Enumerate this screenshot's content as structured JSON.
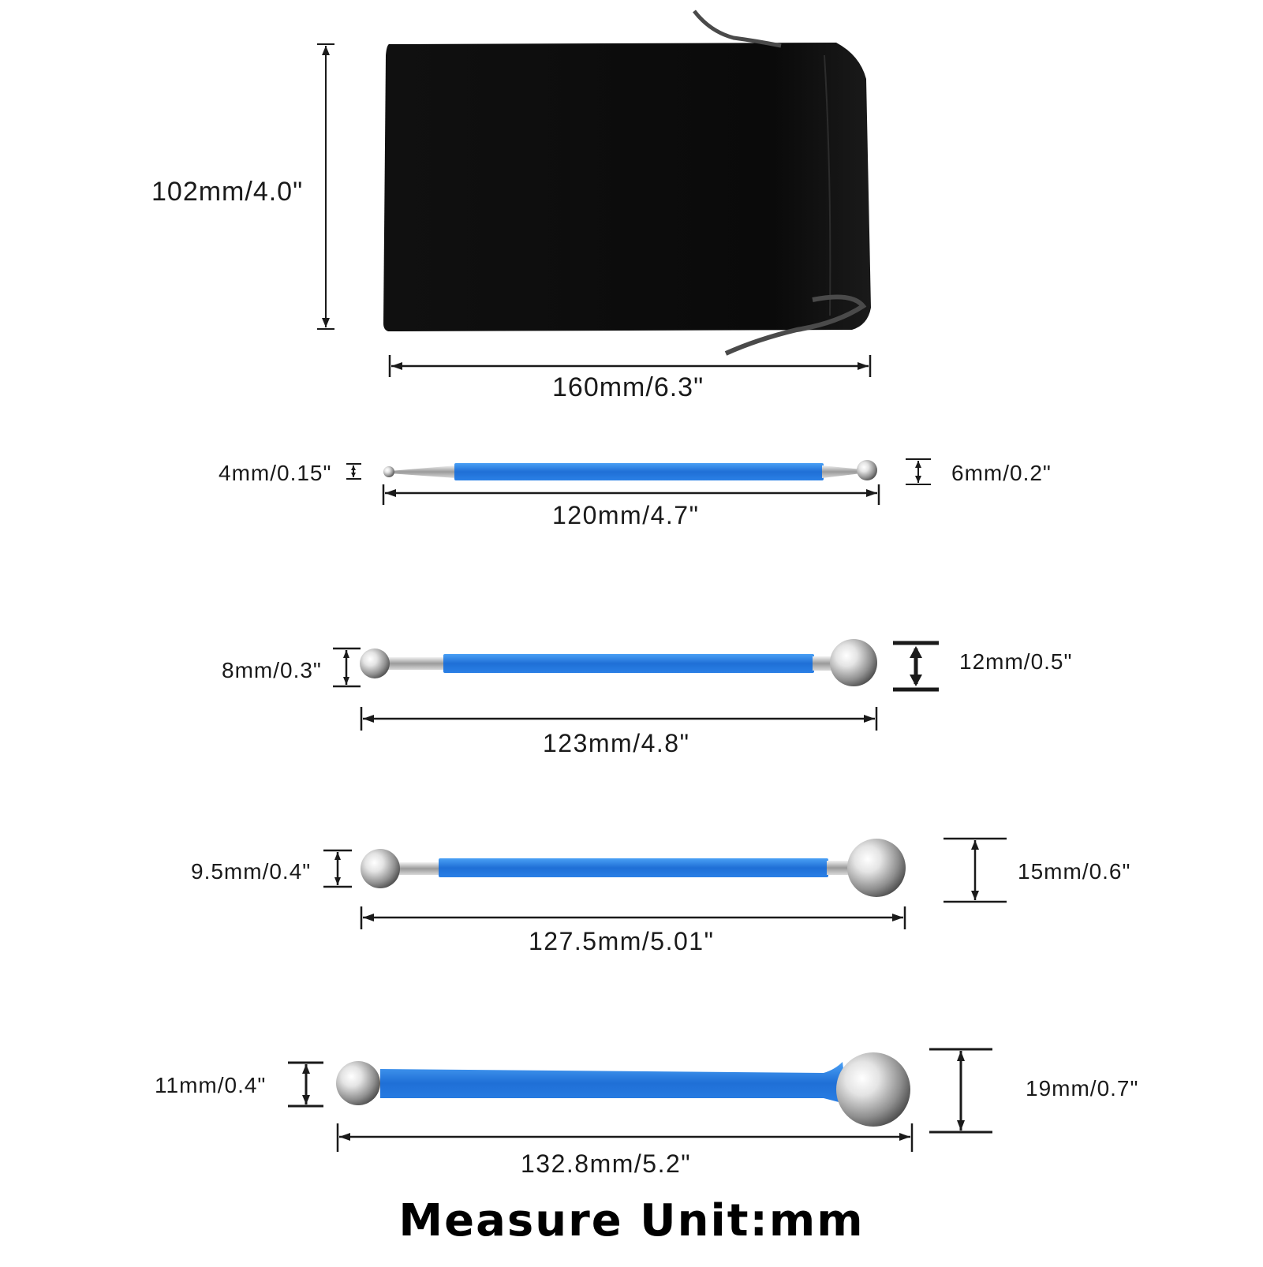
{
  "pouch": {
    "height_label": "102mm/4.0\"",
    "width_label": "160mm/6.3\""
  },
  "tools": [
    {
      "left_ball_label": "4mm/0.15\"",
      "right_ball_label": "6mm/0.2\"",
      "length_label": "120mm/4.7\""
    },
    {
      "left_ball_label": "8mm/0.3\"",
      "right_ball_label": "12mm/0.5\"",
      "length_label": "123mm/4.8\""
    },
    {
      "left_ball_label": "9.5mm/0.4\"",
      "right_ball_label": "15mm/0.6\"",
      "length_label": "127.5mm/5.01\""
    },
    {
      "left_ball_label": "11mm/0.4\"",
      "right_ball_label": "19mm/0.7\"",
      "length_label": "132.8mm/5.2\""
    }
  ],
  "footer": {
    "text": "Measure Unit:mm"
  },
  "colors": {
    "pouch": "#0d0d0d",
    "handle": "#2a7fe0",
    "metal": "#c9c9c9",
    "dimension_line": "#1a1a1a"
  }
}
